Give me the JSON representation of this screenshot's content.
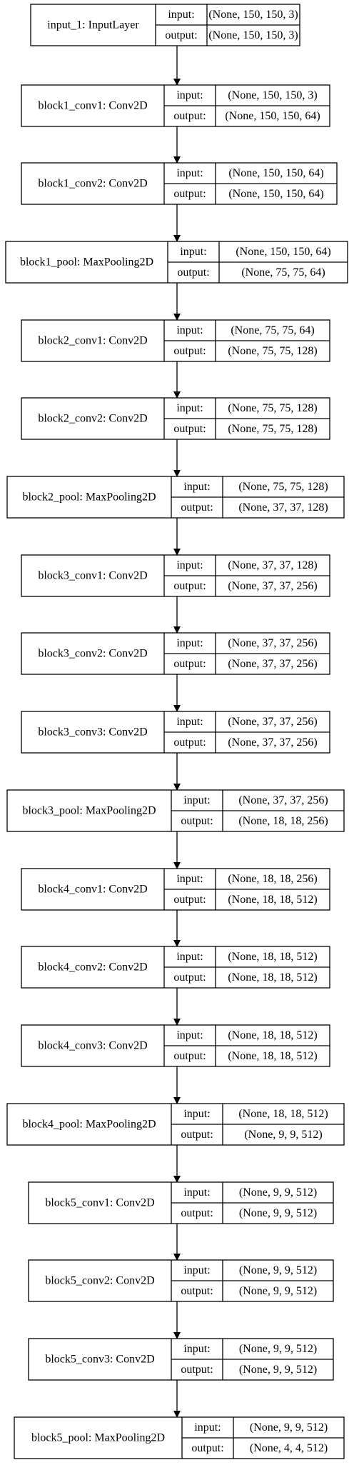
{
  "diagram": {
    "nodes": [
      {
        "name": "input_1: InputLayer",
        "input_label": "input:",
        "input_value": "(None, 150, 150, 3)",
        "output_label": "output:",
        "output_value": "(None, 150, 150, 3)"
      },
      {
        "name": "block1_conv1: Conv2D",
        "input_label": "input:",
        "input_value": "(None, 150, 150, 3)",
        "output_label": "output:",
        "output_value": "(None, 150, 150, 64)"
      },
      {
        "name": "block1_conv2: Conv2D",
        "input_label": "input:",
        "input_value": "(None, 150, 150, 64)",
        "output_label": "output:",
        "output_value": "(None, 150, 150, 64)"
      },
      {
        "name": "block1_pool: MaxPooling2D",
        "input_label": "input:",
        "input_value": "(None, 150, 150, 64)",
        "output_label": "output:",
        "output_value": "(None, 75, 75, 64)"
      },
      {
        "name": "block2_conv1: Conv2D",
        "input_label": "input:",
        "input_value": "(None, 75, 75, 64)",
        "output_label": "output:",
        "output_value": "(None, 75, 75, 128)"
      },
      {
        "name": "block2_conv2: Conv2D",
        "input_label": "input:",
        "input_value": "(None, 75, 75, 128)",
        "output_label": "output:",
        "output_value": "(None, 75, 75, 128)"
      },
      {
        "name": "block2_pool: MaxPooling2D",
        "input_label": "input:",
        "input_value": "(None, 75, 75, 128)",
        "output_label": "output:",
        "output_value": "(None, 37, 37, 128)"
      },
      {
        "name": "block3_conv1: Conv2D",
        "input_label": "input:",
        "input_value": "(None, 37, 37, 128)",
        "output_label": "output:",
        "output_value": "(None, 37, 37, 256)"
      },
      {
        "name": "block3_conv2: Conv2D",
        "input_label": "input:",
        "input_value": "(None, 37, 37, 256)",
        "output_label": "output:",
        "output_value": "(None, 37, 37, 256)"
      },
      {
        "name": "block3_conv3: Conv2D",
        "input_label": "input:",
        "input_value": "(None, 37, 37, 256)",
        "output_label": "output:",
        "output_value": "(None, 37, 37, 256)"
      },
      {
        "name": "block3_pool: MaxPooling2D",
        "input_label": "input:",
        "input_value": "(None, 37, 37, 256)",
        "output_label": "output:",
        "output_value": "(None, 18, 18, 256)"
      },
      {
        "name": "block4_conv1: Conv2D",
        "input_label": "input:",
        "input_value": "(None, 18, 18, 256)",
        "output_label": "output:",
        "output_value": "(None, 18, 18, 512)"
      },
      {
        "name": "block4_conv2: Conv2D",
        "input_label": "input:",
        "input_value": "(None, 18, 18, 512)",
        "output_label": "output:",
        "output_value": "(None, 18, 18, 512)"
      },
      {
        "name": "block4_conv3: Conv2D",
        "input_label": "input:",
        "input_value": "(None, 18, 18, 512)",
        "output_label": "output:",
        "output_value": "(None, 18, 18, 512)"
      },
      {
        "name": "block4_pool: MaxPooling2D",
        "input_label": "input:",
        "input_value": "(None, 18, 18, 512)",
        "output_label": "output:",
        "output_value": "(None, 9, 9, 512)"
      },
      {
        "name": "block5_conv1: Conv2D",
        "input_label": "input:",
        "input_value": "(None, 9, 9, 512)",
        "output_label": "output:",
        "output_value": "(None, 9, 9, 512)"
      },
      {
        "name": "block5_conv2: Conv2D",
        "input_label": "input:",
        "input_value": "(None, 9, 9, 512)",
        "output_label": "output:",
        "output_value": "(None, 9, 9, 512)"
      },
      {
        "name": "block5_conv3: Conv2D",
        "input_label": "input:",
        "input_value": "(None, 9, 9, 512)",
        "output_label": "output:",
        "output_value": "(None, 9, 9, 512)"
      },
      {
        "name": "block5_pool: MaxPooling2D",
        "input_label": "input:",
        "input_value": "(None, 9, 9, 512)",
        "output_label": "output:",
        "output_value": "(None, 4, 4, 512)"
      }
    ]
  },
  "colors": {
    "stroke": "#000000",
    "text": "#000000",
    "background": "#ffffff"
  }
}
